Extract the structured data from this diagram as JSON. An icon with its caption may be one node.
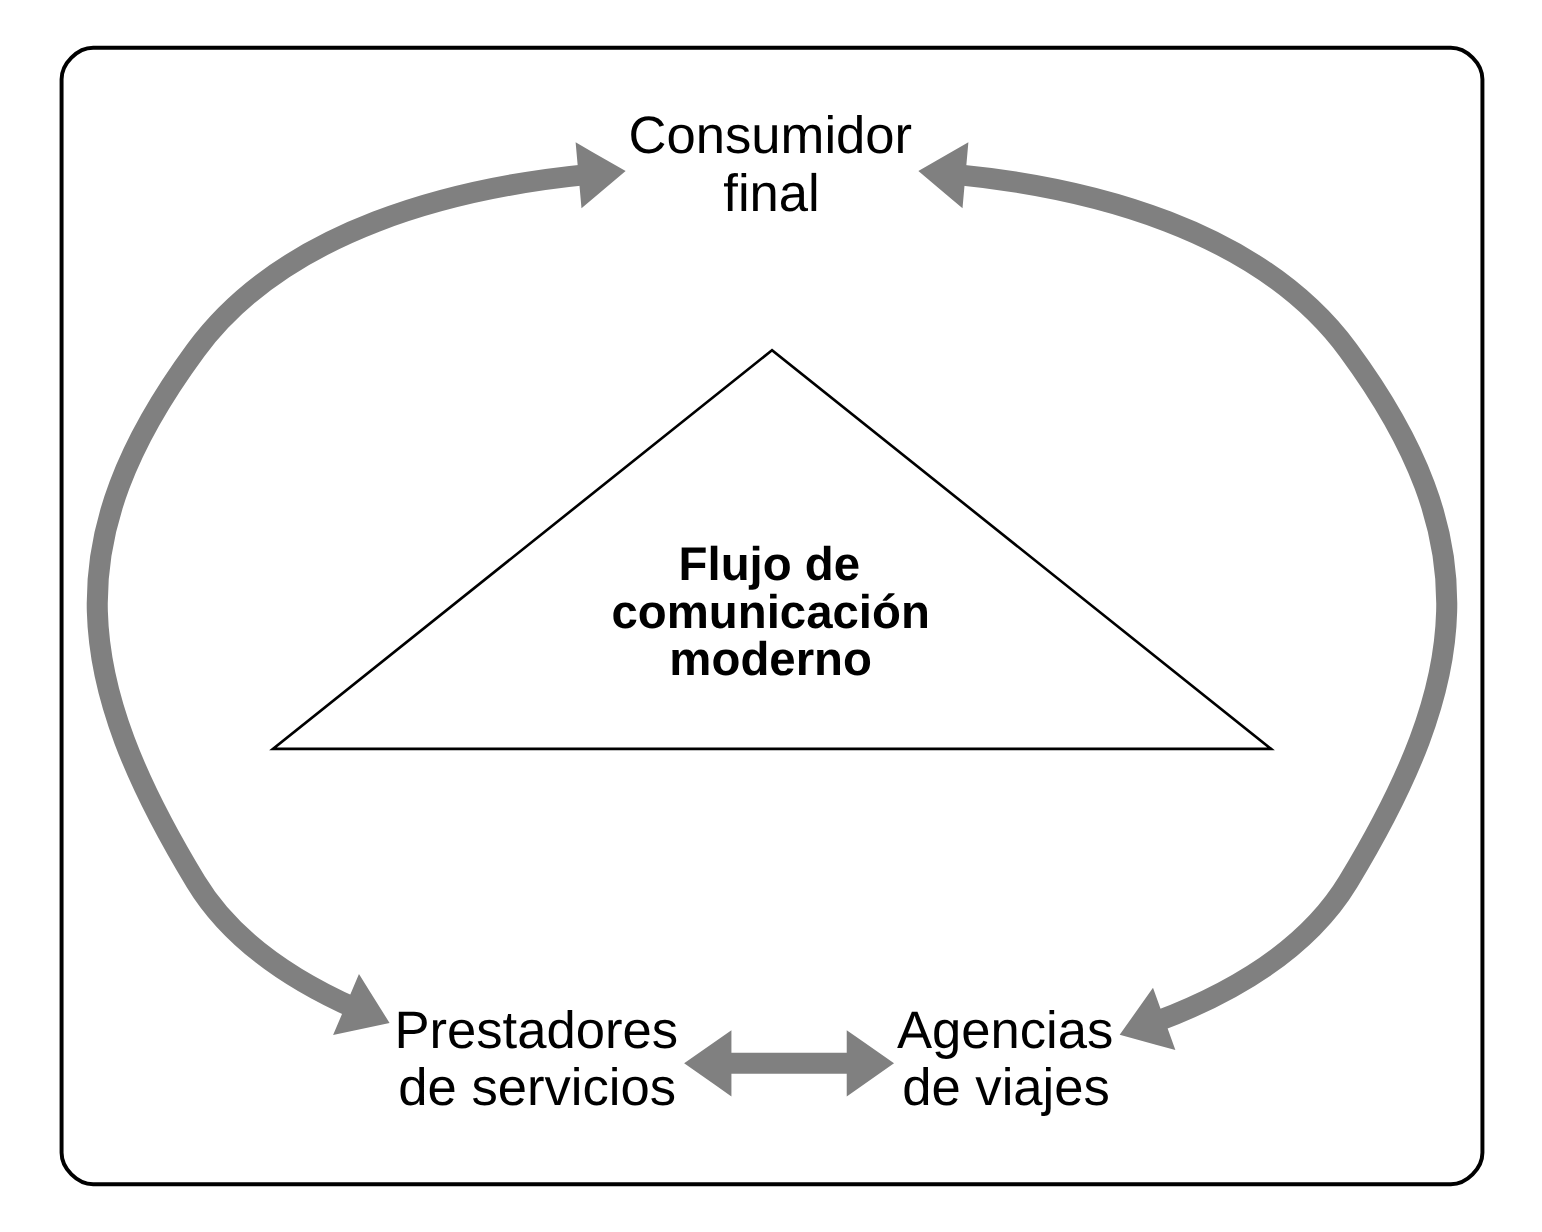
{
  "diagram": {
    "nodes": [
      {
        "text": [],
        "shape": "box"
      },
      {
        "text": [
          "Consumidor final"
        ],
        "in": 0
      },
      {
        "text": [
          "Flujo de comunicación moderno"
        ],
        "in": 0
      },
      {
        "text": [
          "Prestadores de servicios"
        ],
        "in": 0
      },
      {
        "text": [
          "Agencias de viajes"
        ],
        "in": 0
      }
    ],
    "edges": [
      {
        "from": 1,
        "to": 3,
        "arrow": "both"
      },
      {
        "from": 1,
        "to": 4,
        "arrow": "both"
      },
      {
        "from": 3,
        "to": 4,
        "arrow": "both"
      }
    ]
  }
}
